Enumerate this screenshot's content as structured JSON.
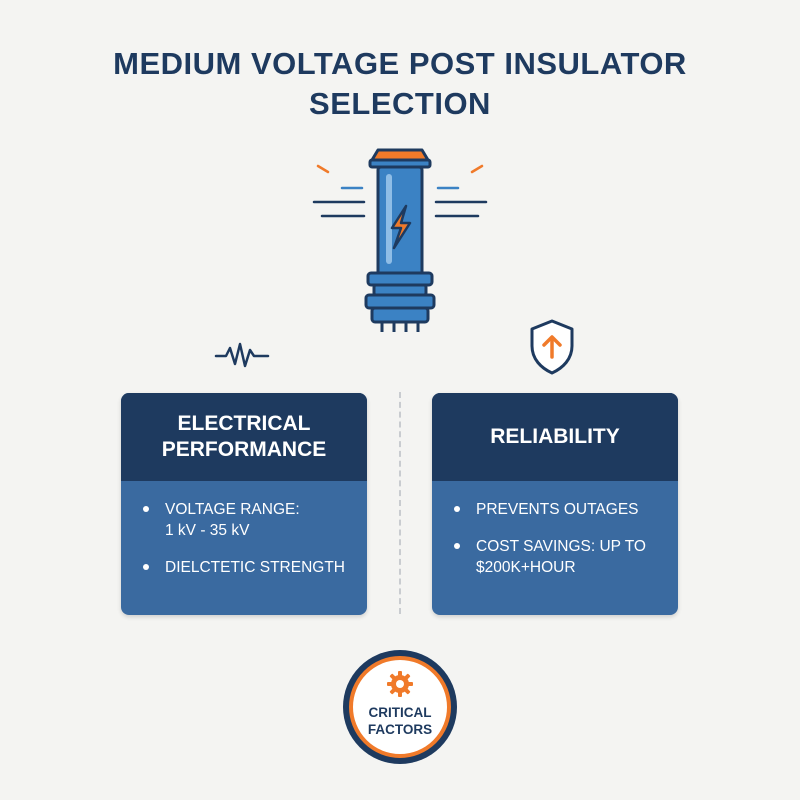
{
  "title": {
    "line1": "MEDIUM VOLTAGE POST INSULATOR",
    "line2": "SELECTION"
  },
  "icons": {
    "center": "insulator-with-lightning-icon",
    "left": "pulse-wave-icon",
    "right": "shield-arrow-up-icon",
    "badge": "gear-icon"
  },
  "colors": {
    "navy": "#1e3a5f",
    "card_body": "#3a6aa0",
    "accent": "#f07a2a",
    "insulator_blue": "#3b82c4"
  },
  "cards": [
    {
      "heading_line1": "ELECTRICAL",
      "heading_line2": "PERFORMANCE",
      "items": [
        {
          "line1": "VOLTAGE RANGE:",
          "line2": "1 kV - 35 kV"
        },
        {
          "line1": "DIELCTETIC STRENGTH",
          "line2": ""
        }
      ]
    },
    {
      "heading_line1": "RELIABILITY",
      "heading_line2": "",
      "items": [
        {
          "line1": "PREVENTS OUTAGES",
          "line2": ""
        },
        {
          "line1": "COST SAVINGS: UP TO",
          "line2": "$200K+HOUR"
        }
      ]
    }
  ],
  "badge": {
    "line1": "CRITICAL",
    "line2": "FACTORS"
  }
}
